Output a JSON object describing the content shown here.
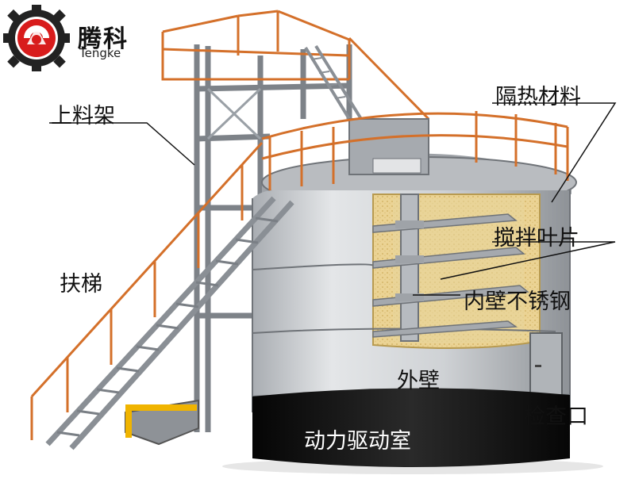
{
  "logo": {
    "name_cn": "腾科",
    "name_en": "Tengke"
  },
  "labels": {
    "loading_rack": "上料架",
    "insulation": "隔热材料",
    "ladder": "扶梯",
    "mixing_blade": "搅拌叶片",
    "inner_wall": "内壁不锈钢",
    "outer_wall": "外壁",
    "inspection_port": "检查口",
    "drive_room": "动力驱动室"
  },
  "colors": {
    "rail": "#d4702a",
    "steel": "#8a8f95",
    "tank": "#c9ccd0",
    "insulation": "#e8cf8a",
    "base": "#151515",
    "logo_red": "#d81c1c"
  }
}
